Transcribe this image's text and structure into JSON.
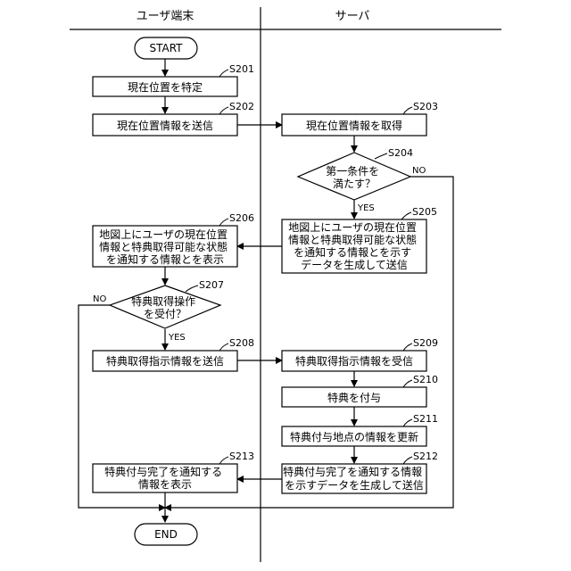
{
  "lanes": {
    "left_title": "ユーザ端末",
    "right_title": "サーバ"
  },
  "terminals": {
    "start": "START",
    "end": "END"
  },
  "steps": {
    "s201": {
      "label": "S201",
      "lines": [
        "現在位置を特定"
      ]
    },
    "s202": {
      "label": "S202",
      "lines": [
        "現在位置情報を送信"
      ]
    },
    "s203": {
      "label": "S203",
      "lines": [
        "現在位置情報を取得"
      ]
    },
    "s204": {
      "label": "S204",
      "lines": [
        "第一条件を",
        "満たす？"
      ]
    },
    "s205": {
      "label": "S205",
      "lines": [
        "地図上にユーザの現在位置",
        "情報と特典取得可能な状態",
        "を通知する情報とを示す",
        "データを生成して送信"
      ]
    },
    "s206": {
      "label": "S206",
      "lines": [
        "地図上にユーザの現在位置",
        "情報と特典取得可能な状態",
        "を通知する情報とを表示"
      ]
    },
    "s207": {
      "label": "S207",
      "lines": [
        "特典取得操作",
        "を受付？"
      ]
    },
    "s208": {
      "label": "S208",
      "lines": [
        "特典取得指示情報を送信"
      ]
    },
    "s209": {
      "label": "S209",
      "lines": [
        "特典取得指示情報を受信"
      ]
    },
    "s210": {
      "label": "S210",
      "lines": [
        "特典を付与"
      ]
    },
    "s211": {
      "label": "S211",
      "lines": [
        "特典付与地点の情報を更新"
      ]
    },
    "s212": {
      "label": "S212",
      "lines": [
        "特典付与完了を通知する情報",
        "を示すデータを生成して送信"
      ]
    },
    "s213": {
      "label": "S213",
      "lines": [
        "特典付与完了を通知する",
        "情報を表示"
      ]
    }
  },
  "branches": {
    "s204_yes": "YES",
    "s204_no": "NO",
    "s207_yes": "YES",
    "s207_no": "NO"
  }
}
